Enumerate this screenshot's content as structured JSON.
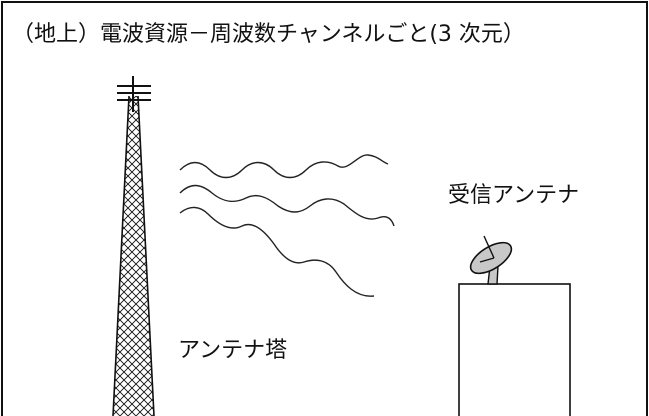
{
  "title": "（地上）電波資源－周波数チャンネルごと(3 次元）",
  "labels": {
    "receiving_antenna": "受信アンテナ",
    "antenna_tower": "アンテナ塔"
  },
  "icons": {
    "tower": "lattice-tower-icon",
    "dish": "satellite-dish-icon",
    "waves": "radio-wave-icon"
  }
}
